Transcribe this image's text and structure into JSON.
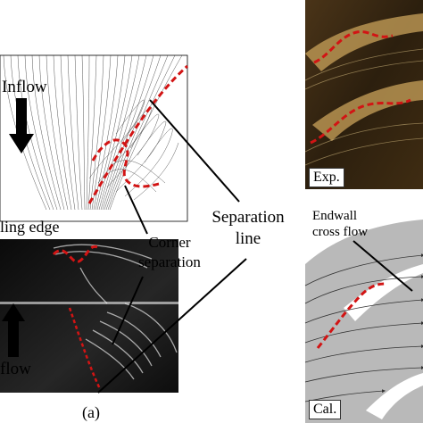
{
  "labels": {
    "inflow_top": "Inflow",
    "trailing_edge": "ling edge",
    "inflow_bottom": "flow",
    "corner_separation_1": "Corner",
    "corner_separation_2": "separation",
    "separation_line_1": "Separation",
    "separation_line_2": "line",
    "endwall_1": "Endwall",
    "endwall_2": "cross flow",
    "exp_tag": "Exp.",
    "cal_tag": "Cal.",
    "panel_a": "(a)"
  },
  "colors": {
    "separation_curve": "#d21414",
    "exp_photo_dark": "#3a2a14",
    "exp_photo_light": "#c9a25a",
    "cal_background": "#b9b9b9",
    "photo_dark": "#111111"
  },
  "icons": {
    "inflow_arrow_top": "down-arrow-icon",
    "inflow_arrow_bottom": "up-arrow-icon"
  }
}
